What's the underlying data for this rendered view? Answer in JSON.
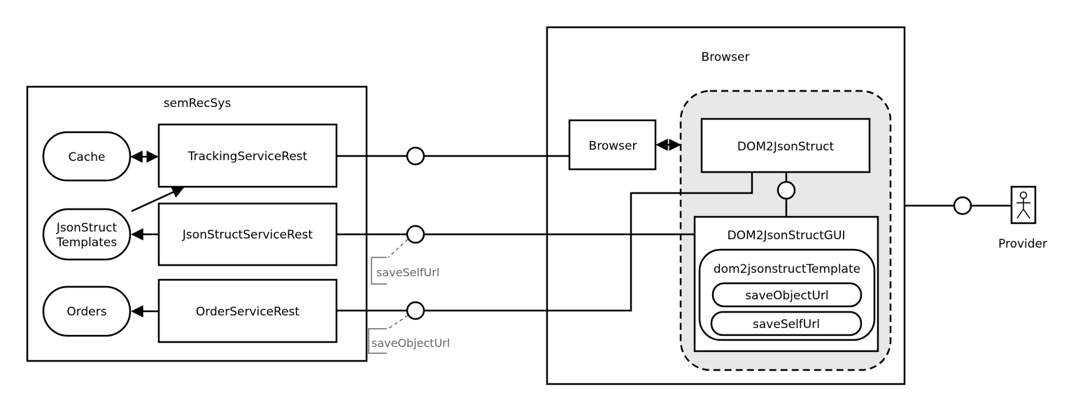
{
  "semrecsys": {
    "title": "semRecSys",
    "tracking_service": "TrackingServiceRest",
    "json_struct_service": "JsonStructServiceRest",
    "order_service": "OrderServiceRest",
    "cache": "Cache",
    "json_struct_templates_line1": "JsonStruct",
    "json_struct_templates_line2": "Templates",
    "orders": "Orders"
  },
  "notes": {
    "save_self_url": "saveSelfUrl",
    "save_object_url": "saveObjectUrl"
  },
  "browser": {
    "title": "Browser",
    "inner_browser": "Browser",
    "dom2jsonstruct": "DOM2JsonStruct",
    "dom2jsonstruct_gui": "DOM2JsonStructGUI",
    "template": "dom2jsonstructTemplate",
    "save_object_url": "saveObjectUrl",
    "save_self_url": "saveSelfUrl"
  },
  "actor": {
    "label": "Provider"
  },
  "colors": {
    "stroke": "#000000",
    "note_stroke": "#666666",
    "dashed_region_fill": "#e8e8e8",
    "background": "#ffffff"
  }
}
